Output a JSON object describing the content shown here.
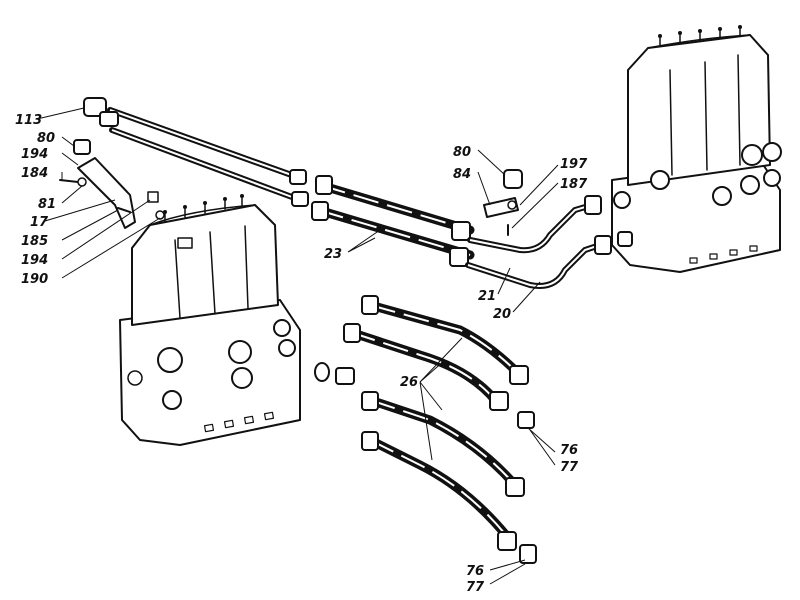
{
  "callouts": {
    "c113": "113",
    "c80_left": "80",
    "c194_top": "194",
    "c184": "184",
    "c81": "81",
    "c17": "17",
    "c185": "185",
    "c194_bottom": "194",
    "c190": "190",
    "c23": "23",
    "c80_right": "80",
    "c84": "84",
    "c197": "197",
    "c187": "187",
    "c21": "21",
    "c20": "20",
    "c26": "26",
    "c76_mid": "76",
    "c77_mid": "77",
    "c76_bottom": "76",
    "c77_bottom": "77"
  },
  "ink_color": "#111111",
  "paper_color": "#ffffff"
}
